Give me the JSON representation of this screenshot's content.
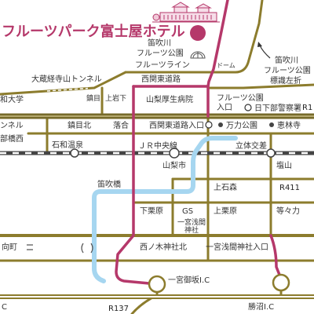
{
  "title": "フルーツパーク富士屋ホテル",
  "places": {
    "fuefuki_park": [
      "笛吹川",
      "フルーツ公園"
    ],
    "fruit_line": "フルーツライン",
    "dome": "ドーム",
    "sign_note": [
      "笛吹川",
      "フルーツ公園",
      "標識左折"
    ],
    "okurakyoji_tunnel": "大蔵経寺山トンネル",
    "nishikanto_road": "西関東道路",
    "fruit_park_entrance": [
      "フルーツ公園",
      "入口"
    ],
    "university": "和大学",
    "shizume": "鎮目",
    "kamiiwashita": "上岩下",
    "kosei_hospital": "山梨厚生病院",
    "police": "日下部警察署",
    "route_140": "R1",
    "tunnel_left": "ンネル",
    "bridge_west": "部橋西",
    "shizume_kita": "鎮目北",
    "ochiai": "落合",
    "nishikanto_entrance": "西関東道路入口",
    "manriki_park": "万力公園",
    "erinji": "恵林寺",
    "isawa_onsen": "石和温泉",
    "jr_chuo": "ＪＲ中央線",
    "grade_separation": "立体交差",
    "yamanashishi": "山梨市",
    "enzan": "塩山",
    "fuefuki_bridge": "笛吹橋",
    "kamiishimori": "上石森",
    "route_411": "R411",
    "shimokurihara": "下栗原",
    "gas_station": "GS",
    "kamikurihara": "上栗原",
    "todoroki": "等々力",
    "asama_shrine": [
      "一宮浅間",
      "神社"
    ],
    "mukaimachi": "向町",
    "nishinoki_kita": "西ノ木神社北",
    "asama_entrance": "一宮浅間神社入口",
    "ichinomiya_ic": "一宮御坂I.C",
    "left_ic": "C",
    "route_137": "R137",
    "katsunuma_ic": "勝沼I.C"
  },
  "icons": {
    "hotel": "hotel-building-icon",
    "destination": "destination-marker-icon",
    "dome": "dome-icon",
    "arrow": "arrow-icon"
  },
  "colors": {
    "accent": "#b5386a",
    "road": "#8c7c2d",
    "major_road": "#766a2a",
    "river": "#a6d6f0",
    "rail": "#444444"
  }
}
